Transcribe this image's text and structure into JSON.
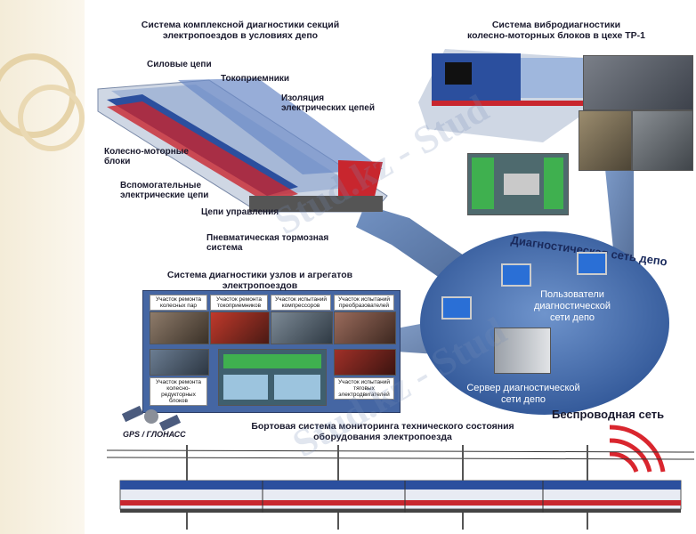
{
  "depot_section": {
    "title": "Система комплексной диагностики секций\nэлектропоездов в условиях депо",
    "labels": {
      "power": "Силовые цепи",
      "pantographs": "Токоприемники",
      "insulation": "Изоляция\nэлектрических цепей",
      "wheel_motor": "Колесно-моторные\nблоки",
      "aux": "Вспомогательные\nэлектрические цепи",
      "control": "Цепи управления",
      "brake": "Пневматическая тормозная\nсистема"
    }
  },
  "vibro_section": {
    "title": "Система вибродиагностики\nколесно-моторных блоков  в цехе ТР-1"
  },
  "network": {
    "title": "Диагностическая сеть депо",
    "users": "Пользователи\nдиагностической\nсети депо",
    "server": "Сервер диагностической\nсети депо"
  },
  "units_section": {
    "title": "Система диагностики узлов и агрегатов\nэлектропоездов",
    "cells": [
      "Участок ремонта колесных пар",
      "Участок ремонта токоприемников",
      "Участок испытаний компрессоров",
      "Участок испытаний преобразователей",
      "Участок ремонта колесно-редукторных блоков",
      "Участок испытаний тяговых электродвигателей"
    ]
  },
  "wireless": {
    "label": "Беспроводная сеть"
  },
  "gps": {
    "label": "GPS / ГЛОНАСС"
  },
  "onboard": {
    "title": "Бортовая система мониторинга технического состояния\nоборудования электропоезда"
  },
  "watermark": "Stud.kz - Stud",
  "colors": {
    "network_blob": "#4a76b8",
    "train_blue": "#2b4f9e",
    "train_red": "#c8262e",
    "stream": "#3a5f95"
  }
}
